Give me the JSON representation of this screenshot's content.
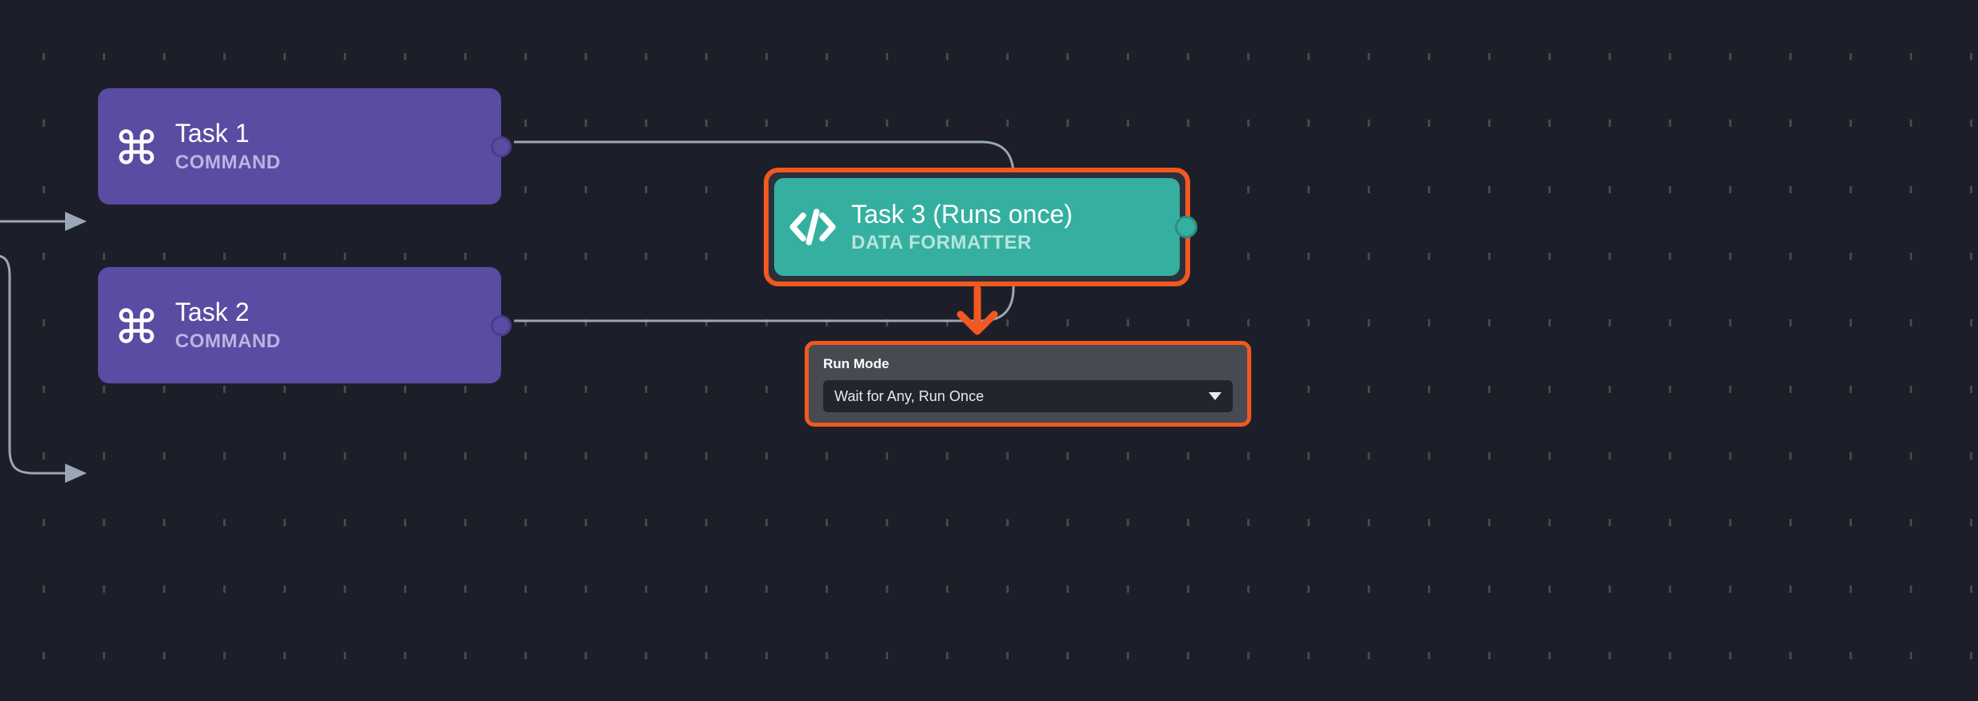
{
  "canvas": {
    "background_color": "#1c1f29",
    "grid_dot_color": "#4a4740"
  },
  "nodes": [
    {
      "id": "task1",
      "title": "Task 1",
      "subtitle": "COMMAND",
      "icon": "command-icon",
      "color": "#5a4ba3",
      "selected": false
    },
    {
      "id": "task2",
      "title": "Task 2",
      "subtitle": "COMMAND",
      "icon": "command-icon",
      "color": "#5a4ba3",
      "selected": false
    },
    {
      "id": "task3",
      "title": "Task 3 (Runs once)",
      "subtitle": "DATA FORMATTER",
      "icon": "code-icon",
      "color": "#35b0a0",
      "selected": true,
      "highlight_color": "#f2581f"
    }
  ],
  "run_mode_panel": {
    "label": "Run Mode",
    "selected_value": "Wait for Any, Run Once",
    "caret": "chevron-down-icon",
    "highlight_color": "#f2581f",
    "panel_color": "#484a52"
  },
  "edges": {
    "connector_color": "#9aa7b4",
    "annotation_arrow_color": "#f2581f"
  }
}
